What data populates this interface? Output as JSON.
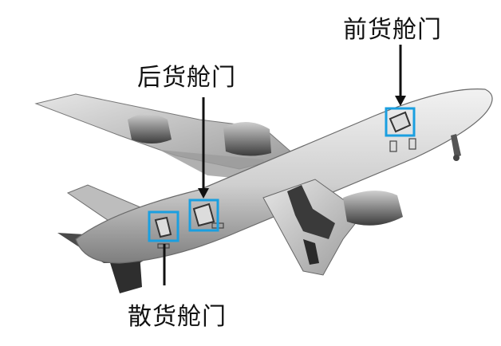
{
  "labels": {
    "front_cargo_door": "前货舱门",
    "rear_cargo_door": "后货舱门",
    "bulk_cargo_door": "散货舱门"
  },
  "colors": {
    "highlight_box": "#1a9fe0",
    "fuselage": "#d8d8d8",
    "fuselage_shadow": "#8c8c8c",
    "dark_parts": "#3a3a3a"
  }
}
